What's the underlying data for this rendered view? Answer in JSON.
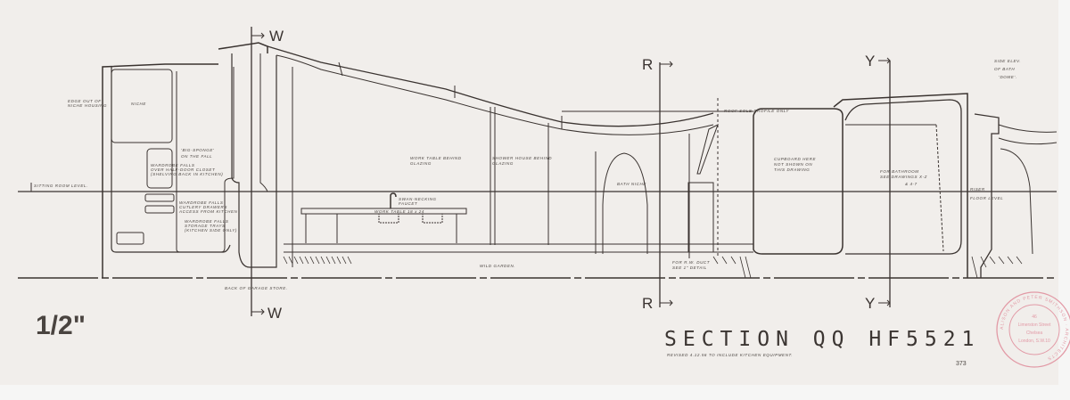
{
  "drawing": {
    "title": "SECTION QQ HF5521",
    "scale": "1/2\"",
    "revision_note": "REVISED 4.12.56 TO INCLUDE KITCHEN EQUIPMENT.",
    "side_elevation_note": [
      "SIDE ELEV.",
      "OF BATH",
      "'DOME'."
    ],
    "section_markers": {
      "w_top": "W",
      "w_bottom": "W",
      "r_top": "R",
      "r_bottom": "R",
      "y_top": "Y",
      "y_bottom": "Y"
    },
    "pencil_number": "373"
  },
  "labels": {
    "sitting_room_level": "SITTING ROOM LEVEL.",
    "back_of_garage": "BACK OF GARAGE STORE.",
    "wild_garden": "WILD GARDEN.",
    "niche": "NICHE",
    "edge_of_niche": [
      "EDGE OUT OF",
      "NICHE HOUSING"
    ],
    "sponge": [
      "'BIG-SPONGE'",
      "ON THE FALL"
    ],
    "wardrobe": [
      "WARDROBE FALLS",
      "OVER HALF-DOOR CLOSET",
      "(SHELVING BACK IN KITCHEN)"
    ],
    "cutlery": [
      "WARDROBE FALLS",
      "CUTLERY DRAWERS",
      "ACCESS FROM KITCHEN"
    ],
    "storage": [
      "WARDROBE FALLS",
      "STORAGE TRAYS",
      "(KITCHEN SIDE ONLY)"
    ],
    "work_table": [
      "WORK TABLE BEHIND",
      "GLAZING"
    ],
    "shower_house": [
      "SHOWER HOUSE BEHIND",
      "GLAZING"
    ],
    "sink": "WORK TABLE 18 x 24",
    "swan_neck": [
      "SWAN-NECKING",
      "FAUCET"
    ],
    "bath_niche": "BATH NICHE",
    "roof_profile": "ROOF SOLE PROFILE ONLY",
    "cupboard": [
      "CUPBOARD HERE",
      "NOT SHOWN ON",
      "THIS DRAWING"
    ],
    "bathroom_ref": [
      "FOR BATHROOM",
      "SEE DRAWINGS X-Z",
      "& 4-7"
    ],
    "rw_duct": [
      "FOR R.W. DUCT",
      "SEE 1\" DETAIL"
    ],
    "floor_level": [
      "RISER",
      "FLOOR LEVEL"
    ]
  },
  "stamp": {
    "ring_text": "ALISON AND PETER SMITHSON · ARCHITECTS",
    "address": [
      "46",
      "Limerston Street",
      "Chelsea",
      "London, S.W.10"
    ]
  },
  "colors": {
    "paper": "#f1eeeb",
    "ink": "#3a3330",
    "stamp": "#e29aa6"
  }
}
